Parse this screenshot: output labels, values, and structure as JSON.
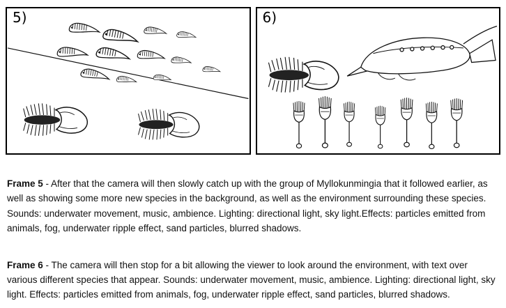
{
  "frames": [
    {
      "label": "5)",
      "caption_title": "Frame 5",
      "caption_text": " - After that the camera will then slowly catch up with the group of Myllokunmingia that it followed earlier, as well as showing some more new species in the background, as well as the environment surrounding these species. Sounds: underwater movement, music, ambience. Lighting: directional light, sky light.Effects: particles emitted from animals, fog, underwater ripple effect, sand particles, blurred shadows."
    },
    {
      "label": "6)",
      "caption_title": "Frame 6",
      "caption_text": " - The camera will then stop for a bit allowing the viewer to look around the environment, with text over various different species that appear. Sounds: underwater movement, music, ambience. Lighting: directional light, sky light. Effects: particles emitted from animals, fog, underwater ripple effect, sand particles, blurred shadows."
    }
  ],
  "ink_color": "#111111"
}
